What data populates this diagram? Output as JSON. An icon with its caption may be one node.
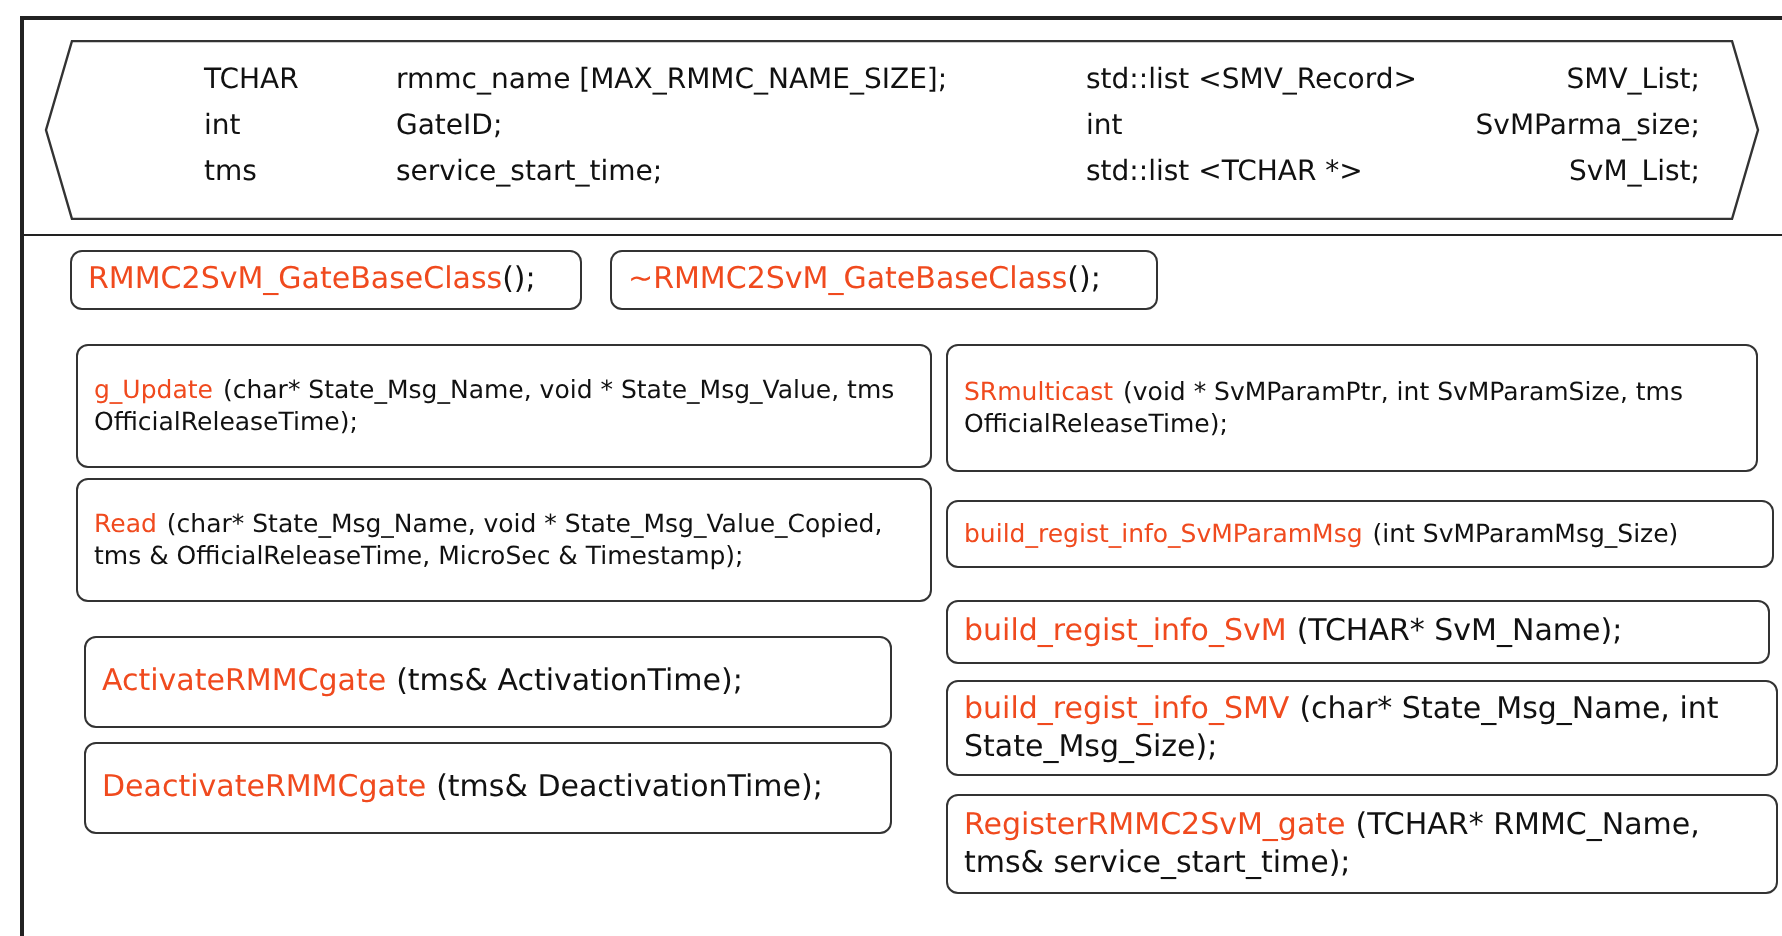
{
  "diagram": {
    "nodes": [
      {
        "text": [
          "TCHAR",
          "rmmc_name [MAX_RMMC_NAME_SIZE];",
          "std::list <SMV_Record>",
          "SMV_List;",
          "int",
          "GateID;",
          "int",
          "SvMParma_size;",
          "tms",
          "service_start_time;",
          "std::list <TCHAR *>",
          "SvM_List;"
        ]
      },
      {
        "text": [
          "RMMC2SvM_GateBaseClass",
          "();"
        ]
      },
      {
        "text": [
          "~RMMC2SvM_GateBaseClass",
          "();"
        ]
      },
      {
        "text": [
          "g_Update",
          "(char* State_Msg_Name, void * State_Msg_Value, tms OfficialReleaseTime);"
        ]
      },
      {
        "text": [
          "Read",
          "(char* State_Msg_Name, void * State_Msg_Value_Copied, tms & OfficialReleaseTime, MicroSec & Timestamp);"
        ]
      },
      {
        "text": [
          "ActivateRMMCgate",
          "(tms& ActivationTime);"
        ]
      },
      {
        "text": [
          "DeactivateRMMCgate",
          "(tms& DeactivationTime);"
        ]
      },
      {
        "text": [
          "SRmulticast",
          "(void * SvMParamPtr, int SvMParamSize, tms OfficialReleaseTime);"
        ]
      },
      {
        "text": [
          "build_regist_info_SvMParamMsg",
          "(int SvMParamMsg_Size)"
        ]
      },
      {
        "text": [
          "build_regist_info_SvM",
          "(TCHAR* SvM_Name);"
        ]
      },
      {
        "text": [
          "build_regist_info_SMV",
          "(char* State_Msg_Name, int State_Msg_Size);"
        ]
      },
      {
        "text": [
          "RegisterRMMC2SvM_gate",
          "(TCHAR* RMMC_Name, tms& service_start_time);"
        ]
      }
    ]
  }
}
